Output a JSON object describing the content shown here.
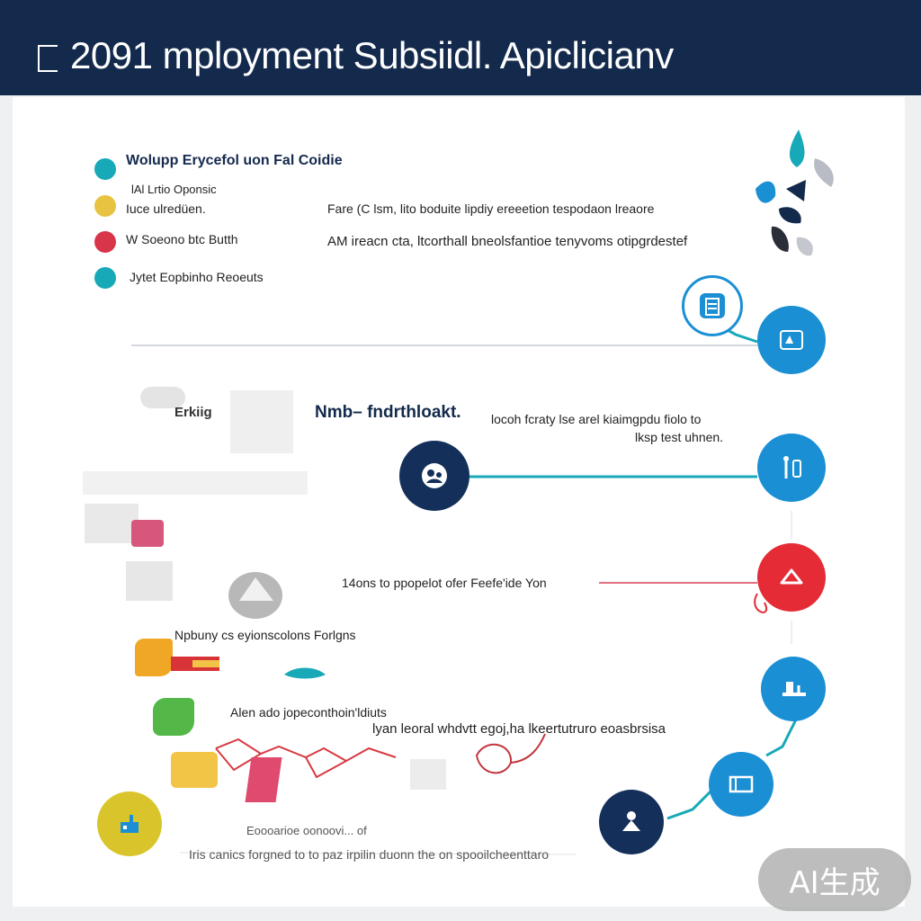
{
  "header": {
    "title": "2091 mployment Subsiidl. Apiclicianv"
  },
  "legend": {
    "items": [
      {
        "label": "Wolupp Erycefol uon Fal Coidie",
        "color": "#17a9b8"
      },
      {
        "label": "lAl Lrtio Oponsic",
        "color": "#e7c341"
      },
      {
        "label": "Iuce ulredüen.",
        "color": "#e7c341"
      },
      {
        "label": "W Soeono btc Butth",
        "color": "#d8344a"
      },
      {
        "label": "Jytet Eopbinho Reoeuts",
        "color": "#17a9b8"
      }
    ],
    "notes": [
      "Fare  (C lsm, lito boduite lipdiy  ereeetion tespodaon lreaore",
      "AM ireacn cta, ltcorthall bneolsfantioe tenyvoms otipgrdestef"
    ]
  },
  "mid_section": {
    "left_label": "Erkiig",
    "center_label": "Nmb– fndrthloakt.",
    "desc_line1": "locoh fcraty lse arel kiaimgpdu fiolo to",
    "desc_line2": "lksp test uhnen."
  },
  "steps": [
    {
      "label": "14ons to ppopelot ofer Feefe'ide Yon"
    },
    {
      "label": "Npbuny cs eyionscolons Forlgns"
    },
    {
      "label": "Alen ado jopeconthoin'ldiuts"
    },
    {
      "label": "lyan leoral whdvtt egoj,ha lkeertutruro eoasbrsisa"
    },
    {
      "label": "Eoooarioe oonoovi... of"
    },
    {
      "label": "Iris canics forgned to to paz irpilin duonn the on spooilcheenttaro"
    }
  ],
  "nodes": [
    {
      "icon": "document-icon",
      "color": "#1b8fd4"
    },
    {
      "icon": "id-card-icon",
      "color": "#1b8fd4"
    },
    {
      "icon": "people-icon",
      "color": "#14305a"
    },
    {
      "icon": "tools-icon",
      "color": "#1b8fd4"
    },
    {
      "icon": "house-icon",
      "color": "#e52b36"
    },
    {
      "icon": "desk-icon",
      "color": "#1b8fd4"
    },
    {
      "icon": "screen-icon",
      "color": "#1b8fd4"
    },
    {
      "icon": "person-icon",
      "color": "#14305a"
    },
    {
      "icon": "factory-icon",
      "color": "#d9c52b"
    }
  ],
  "watermark": {
    "text": "AI生成"
  }
}
